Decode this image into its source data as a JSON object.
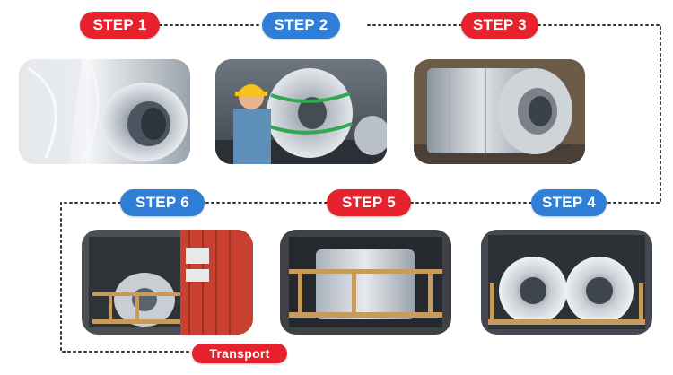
{
  "steps": {
    "step1": {
      "label": "STEP 1",
      "color": "#e8222d",
      "photo": "coil-in-plastic-wrap"
    },
    "step2": {
      "label": "STEP 2",
      "color": "#2f7fd8",
      "photo": "worker-strapping-coil"
    },
    "step3": {
      "label": "STEP 3",
      "color": "#e8222d",
      "photo": "wrapped-coil"
    },
    "step4": {
      "label": "STEP 4",
      "color": "#2f7fd8",
      "photo": "coils-in-container"
    },
    "step5": {
      "label": "STEP 5",
      "color": "#e8222d",
      "photo": "coil-secured-with-wood-frame"
    },
    "step6": {
      "label": "STEP 6",
      "color": "#2f7fd8",
      "photo": "container-being-closed"
    }
  },
  "transport": {
    "label": "Transport",
    "color": "#e8222d"
  },
  "colors": {
    "red": "#e8222d",
    "blue": "#2f7fd8",
    "connector": "#333333"
  }
}
